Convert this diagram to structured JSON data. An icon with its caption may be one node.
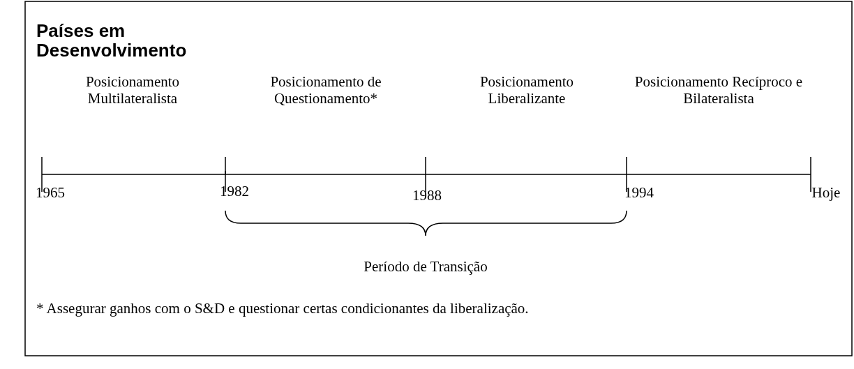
{
  "diagram": {
    "title": "Países em Desenvolvimento",
    "labels": [
      "Posicionamento Multilateralista",
      "Posicionamento de Questionamento*",
      "Posicionamento Liberalizante",
      "Posicionamento Recíproco e Bilateralista",
      "1965",
      "1982",
      "1988",
      "1994",
      "Hoje",
      "Período de Transição",
      "* Assegurar ganhos com o S&D e questionar certas condicionantes da liberalização."
    ]
  }
}
